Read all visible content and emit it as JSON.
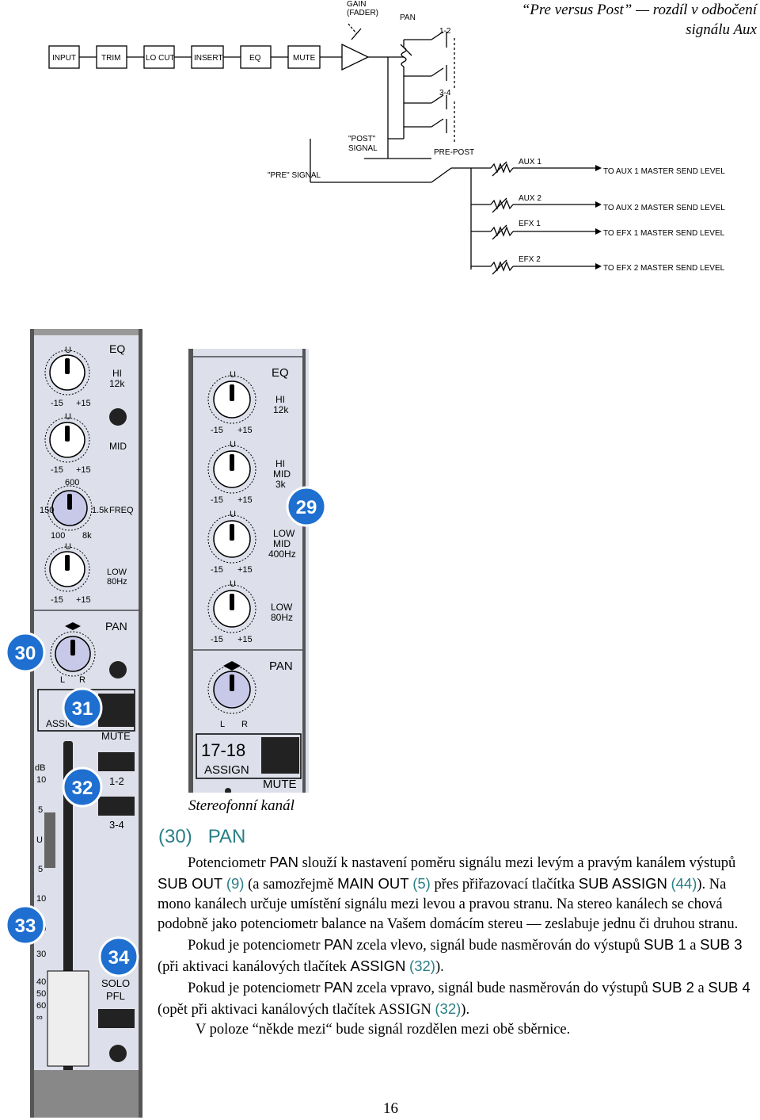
{
  "caption": {
    "line1": "“Pre versus Post” — rozdíl v odbočení",
    "line2": "signálu Aux"
  },
  "diagram": {
    "blocks": [
      "INPUT",
      "TRIM",
      "LO CUT",
      "INSERT",
      "EQ",
      "MUTE"
    ],
    "gain_label_1": "GAIN",
    "gain_label_2": "(FADER)",
    "pan_label": "PAN",
    "bus_12": "1-2",
    "bus_34": "3-4",
    "post_label_1": "\"POST\"",
    "post_label_2": "SIGNAL",
    "pre_label": "\"PRE\" SIGNAL",
    "prepost_label": "PRE-POST",
    "sends": [
      {
        "name": "AUX 1",
        "dest": "TO AUX 1 MASTER SEND LEVEL"
      },
      {
        "name": "AUX 2",
        "dest": "TO AUX 2 MASTER SEND LEVEL"
      },
      {
        "name": "EFX 1",
        "dest": "TO EFX 1 MASTER SEND LEVEL"
      },
      {
        "name": "EFX 2",
        "dest": "TO EFX 2 MASTER SEND LEVEL"
      }
    ]
  },
  "strip_left": {
    "eq": "EQ",
    "hi": "HI",
    "hi_freq": "12k",
    "mid": "MID",
    "low": "LOW",
    "low_freq": "80Hz",
    "u": "U",
    "minus15": "-15",
    "plus15": "+15",
    "f600": "600",
    "f150": "150",
    "f15k": "1.5k",
    "freq": "FREQ",
    "f100": "100",
    "f8k": "8k",
    "pan": "PAN",
    "l": "L",
    "r": "R",
    "assign": "ASSIGN",
    "mute": "MUTE",
    "bus12": "1-2",
    "bus34": "3-4",
    "db": "dB",
    "scale": [
      "10",
      "5",
      "U",
      "5",
      "10",
      "20",
      "30",
      "40",
      "50",
      "60",
      "∞"
    ],
    "solo": "SOLO",
    "pfl": "PFL",
    "badges": [
      "30",
      "31",
      "32",
      "33",
      "34"
    ]
  },
  "strip_right": {
    "eq": "EQ",
    "hi": "HI",
    "hi_freq": "12k",
    "himid_1": "HI",
    "himid_2": "MID",
    "himid_freq": "3k",
    "lowmid_1": "LOW",
    "lowmid_2": "MID",
    "lowmid_freq": "400Hz",
    "low": "LOW",
    "low_freq": "80Hz",
    "u": "U",
    "minus15": "-15",
    "plus15": "+15",
    "pan": "PAN",
    "l": "L",
    "r": "R",
    "channel": "17-18",
    "assign": "ASSIGN",
    "mute": "MUTE",
    "badge": "29"
  },
  "stereo_caption": "Stereofonní kanál",
  "section": {
    "number": "(30)",
    "title": "PAN"
  },
  "body": {
    "p1_a": "Potenciometr ",
    "p1_pan": "PAN",
    "p1_b": " slouží k nastavení poměru signálu mezi levým a pravým kanálem výstupů ",
    "p1_subout": "SUB OUT",
    "p1_ref9": "(9)",
    "p1_c": " (a samozřejmě ",
    "p1_mainout": "MAIN OUT",
    "p1_ref5": "(5)",
    "p1_d": " přes přiřazovací tlačítka ",
    "p1_subassign": "SUB ASSIGN",
    "p1_ref44": "(44)",
    "p1_e": "). Na mono kanálech určuje umístění signálu mezi levou a pravou stranu. Na stereo kanálech se chová podobně jako potenciometr balance na Vašem domácím stereu — zeslabuje jednu či druhou stranu.",
    "p2_a": "Pokud je potenciometr ",
    "p2_pan": "PAN",
    "p2_b": " zcela vlevo, signál bude nasměrován do výstupů ",
    "p2_sub1": "SUB 1",
    "p2_c": " a ",
    "p2_sub3": "SUB 3",
    "p2_d": " (při aktivaci kanálových tlačítek ",
    "p2_assign": "ASSIGN",
    "p2_ref32": "(32)",
    "p2_e": ").",
    "p3_a": "Pokud je potenciometr ",
    "p3_pan": "PAN",
    "p3_b": " zcela vpravo, signál bude nasměrován do výstupů ",
    "p3_sub2": "SUB 2",
    "p3_c": " a ",
    "p3_sub4": "SUB 4",
    "p3_d": " (opět při aktivaci kanálových tlačítek ",
    "p3_assign": "ASSIGN",
    "p3_ref32": "(32)",
    "p3_e": ").",
    "p4": "V poloze “někde mezi“ bude signál rozdělen mezi obě sběrnice."
  },
  "page_number": "16",
  "colors": {
    "teal": "#2a7f86",
    "badge": "#1e6fd0",
    "panel": "#dde0ea",
    "knob": "#c8c8e8"
  }
}
